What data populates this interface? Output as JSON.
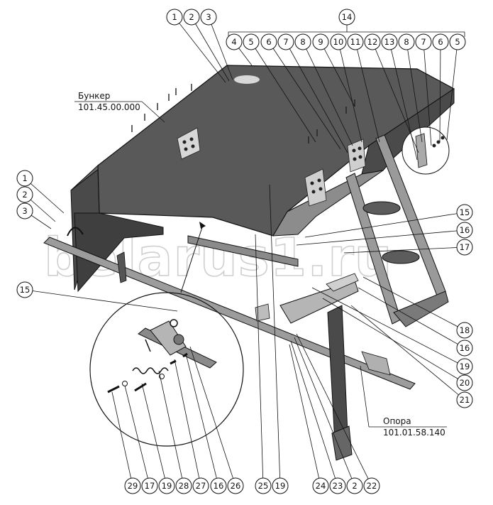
{
  "references": {
    "bunker_name": "Бункер",
    "bunker_code": "101.45.00.000",
    "support_name": "Опора",
    "support_code": "101.01.58.140"
  },
  "watermark": "belarus1.ru",
  "callouts": {
    "c_top_1": "1",
    "c_top_2": "2",
    "c_top_3": "3",
    "c_14": "14",
    "c_row_4": "4",
    "c_row_5a": "5",
    "c_row_6a": "6",
    "c_row_7a": "7",
    "c_row_8a": "8",
    "c_row_9": "9",
    "c_row_10": "10",
    "c_row_11": "11",
    "c_row_12": "12",
    "c_row_13": "13",
    "c_row_8b": "8",
    "c_row_7b": "7",
    "c_row_6b": "6",
    "c_row_5b": "5",
    "c_left_1": "1",
    "c_left_2": "2",
    "c_left_3": "3",
    "c_left_15": "15",
    "c_right_15": "15",
    "c_right_16a": "16",
    "c_right_17": "17",
    "c_right_18": "18",
    "c_right_16b": "16",
    "c_right_19": "19",
    "c_right_20": "20",
    "c_right_21": "21",
    "c_bot_29": "29",
    "c_bot_17": "17",
    "c_bot_19a": "19",
    "c_bot_28": "28",
    "c_bot_27": "27",
    "c_bot_16": "16",
    "c_bot_26": "26",
    "c_bot_25": "25",
    "c_bot_19b": "19",
    "c_bot_24": "24",
    "c_bot_23": "23",
    "c_bot_2": "2",
    "c_bot_22": "22"
  },
  "colors": {
    "panel": "#565656",
    "panel_dark": "#3a3a3a",
    "metal": "#8a8a8a",
    "line": "#111111"
  }
}
